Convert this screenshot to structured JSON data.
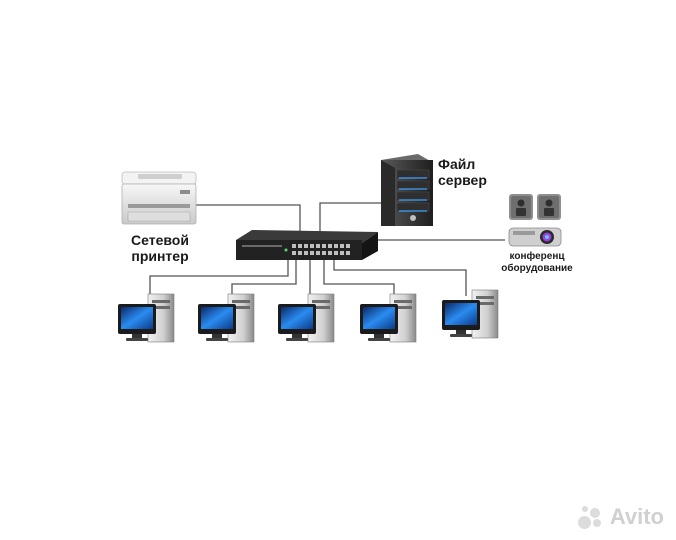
{
  "nodes": {
    "printer": {
      "label_lines": [
        "Сетевой",
        "принтер"
      ]
    },
    "server": {
      "label_lines": [
        "Файл",
        "сервер"
      ]
    },
    "conference": {
      "label_lines": [
        "конференц",
        "оборудование"
      ]
    },
    "switch": {
      "label": ""
    },
    "workstations_count": 5
  },
  "watermark": {
    "text": "Avito"
  },
  "colors": {
    "line": "#555555",
    "switch_body": "#2b2b2b",
    "monitor_screen": "#1e6fd6",
    "tower": "#d9d9d9",
    "printer_body": "#ececec",
    "server_body": "#3a3a3a",
    "server_accent": "#3fa0ff",
    "projector_lens": "#a13ce0"
  }
}
